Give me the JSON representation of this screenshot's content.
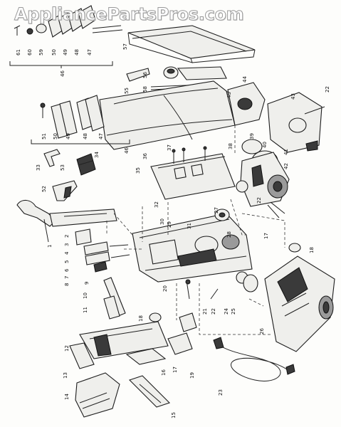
{
  "watermark": "AppliancePartsPros.com",
  "callouts": [
    "61",
    "60",
    "59",
    "50",
    "49",
    "48",
    "47",
    "46",
    "57",
    "55",
    "56",
    "58",
    "45",
    "44",
    "43",
    "22",
    "51",
    "50",
    "49",
    "48",
    "47",
    "46",
    "39",
    "40",
    "41",
    "42",
    "37",
    "36",
    "38",
    "35",
    "34",
    "33",
    "52",
    "53",
    "1",
    "2",
    "3",
    "4",
    "5",
    "6",
    "7",
    "8",
    "9",
    "10",
    "11",
    "12",
    "13",
    "14",
    "15",
    "16",
    "17",
    "18",
    "19",
    "20",
    "21",
    "22",
    "23",
    "24",
    "25",
    "26",
    "27",
    "28",
    "29",
    "30",
    "31",
    "32",
    "22",
    "18",
    "17"
  ]
}
